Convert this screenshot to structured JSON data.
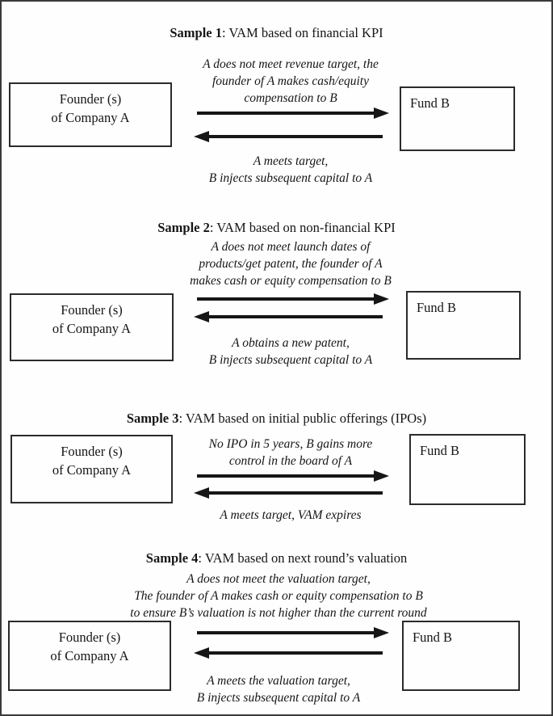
{
  "figure": {
    "background": "#fefefe",
    "ink_color": "#151515",
    "box_border_color": "#2b2b2b",
    "frame_color": "#3a3a3a"
  },
  "sections": [
    {
      "title_bold": "Sample 1",
      "title_rest": ": VAM based on financial KPI",
      "left_box": [
        "Founder (s)",
        "of Company A"
      ],
      "right_box": "Fund B",
      "forward_label": [
        "A does not meet revenue target, the",
        "founder of A makes cash/equity",
        "compensation to B"
      ],
      "return_label": [
        "A meets target,",
        "B injects subsequent capital to A"
      ]
    },
    {
      "title_bold": "Sample 2",
      "title_rest": ": VAM based on non-financial KPI",
      "left_box": [
        "Founder (s)",
        "of Company A"
      ],
      "right_box": "Fund B",
      "forward_label": [
        "A does not meet launch dates of",
        "products/get patent, the founder of A",
        "makes cash or equity compensation to B"
      ],
      "return_label": [
        "A obtains a new patent,",
        "B injects subsequent capital to A"
      ]
    },
    {
      "title_bold": "Sample 3",
      "title_rest": ": VAM based on initial public offerings (IPOs)",
      "left_box": [
        "Founder (s)",
        "of Company A"
      ],
      "right_box": "Fund B",
      "forward_label": [
        "No IPO in 5 years, B gains more",
        "control in the board of A"
      ],
      "return_label": [
        "A meets target, VAM expires"
      ]
    },
    {
      "title_bold": "Sample 4",
      "title_rest": ": VAM based on next round’s valuation",
      "left_box": [
        "Founder (s)",
        "of Company A"
      ],
      "right_box": "Fund B",
      "forward_label": [
        "A does not meet the valuation target,",
        "The founder of A makes cash or equity compensation to B",
        "to ensure B’s valuation is not higher than the current round"
      ],
      "return_label": [
        "A meets the valuation target,",
        "B injects subsequent capital to A"
      ]
    }
  ]
}
